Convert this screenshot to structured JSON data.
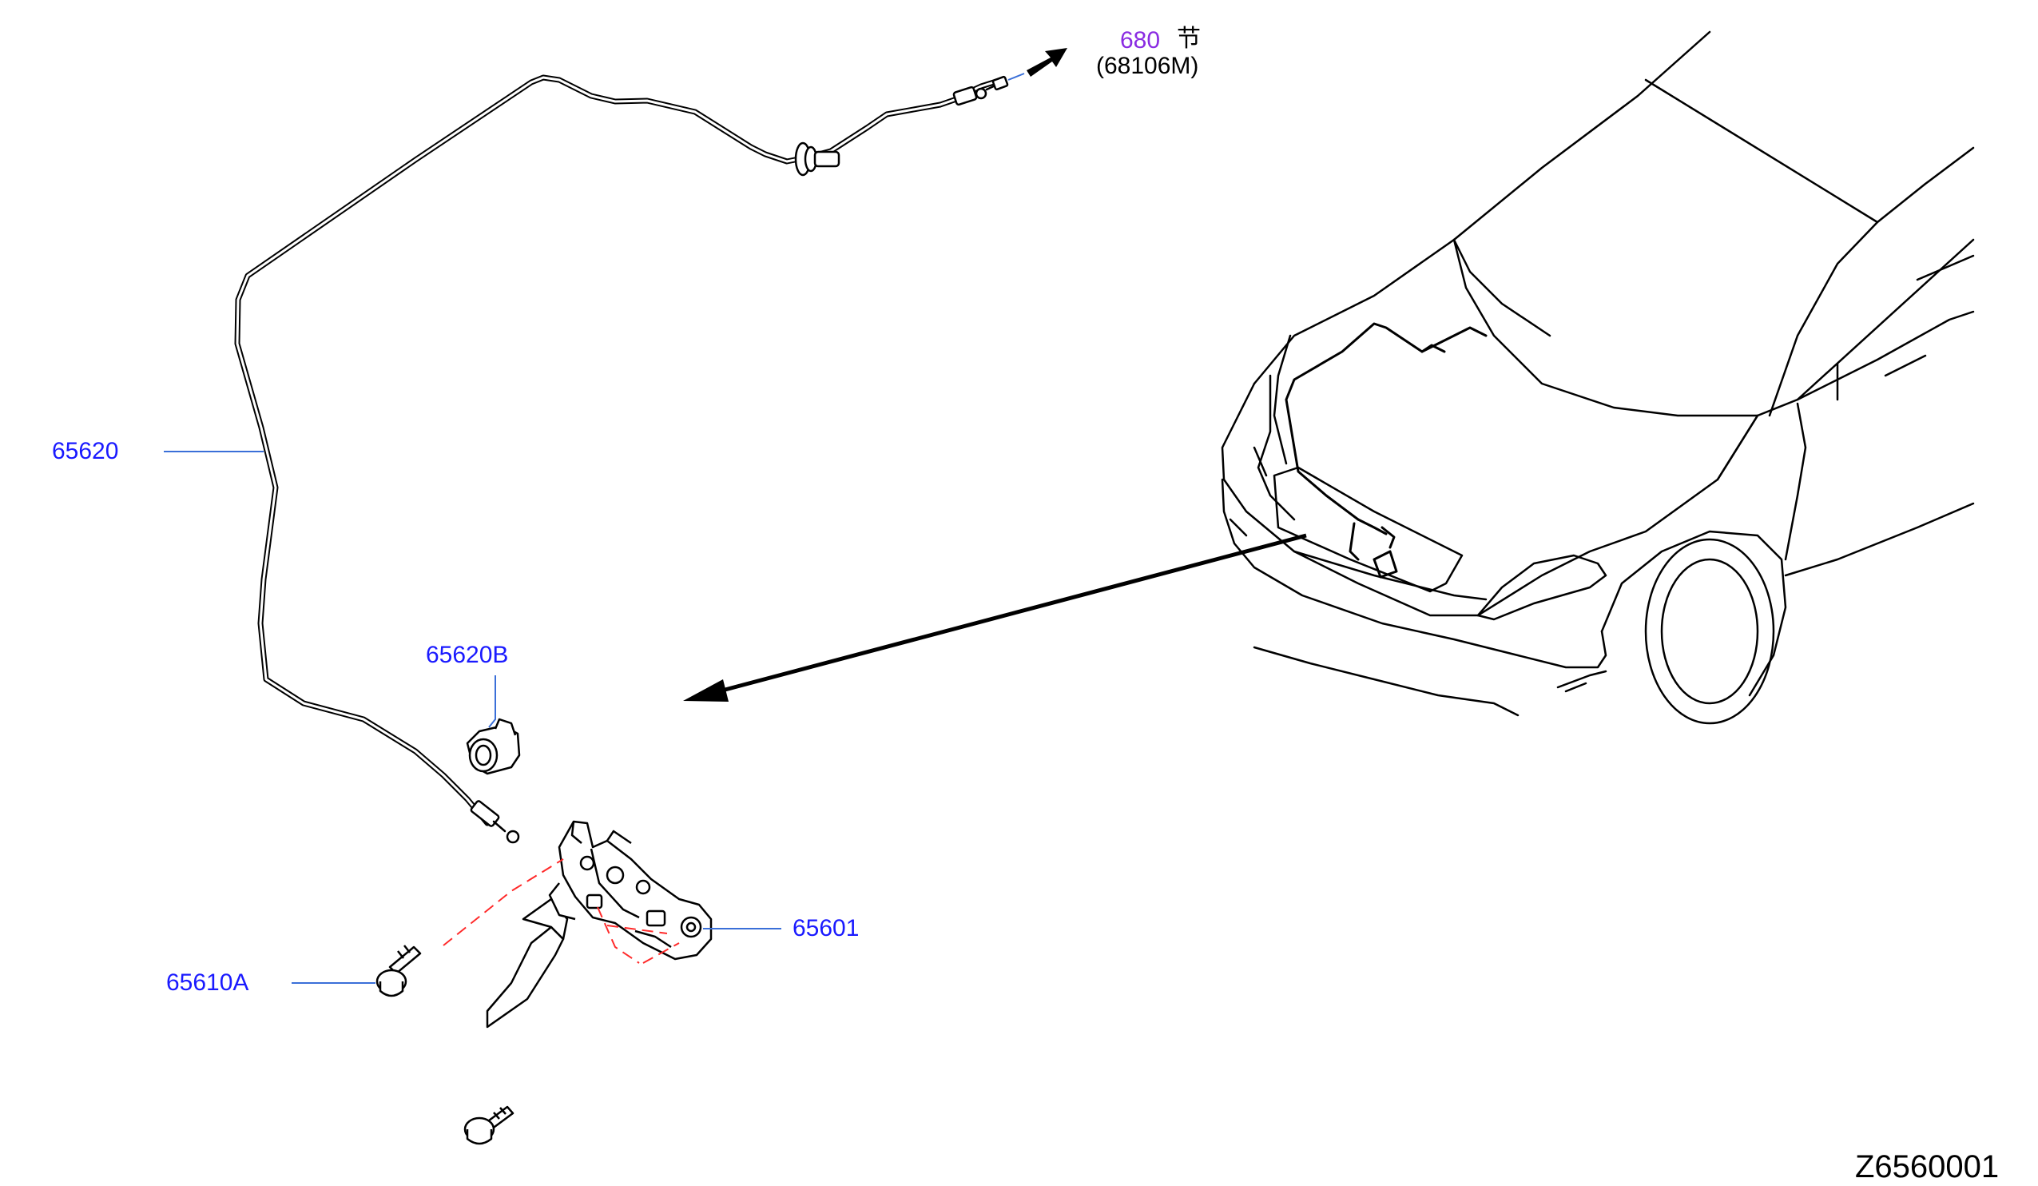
{
  "callouts": {
    "cable": "65620",
    "clip": "65620B",
    "lock": "65601",
    "bolt": "65610A"
  },
  "reference": {
    "number": "680",
    "glyph": "节",
    "part": "(68106M)"
  },
  "diagram_code": "Z6560001",
  "colors": {
    "callout": "#1a1aff",
    "reference": "#8a2be2",
    "dashed_guide": "#ff2a2a",
    "line": "#000000",
    "leader": "#3a6fd8"
  }
}
